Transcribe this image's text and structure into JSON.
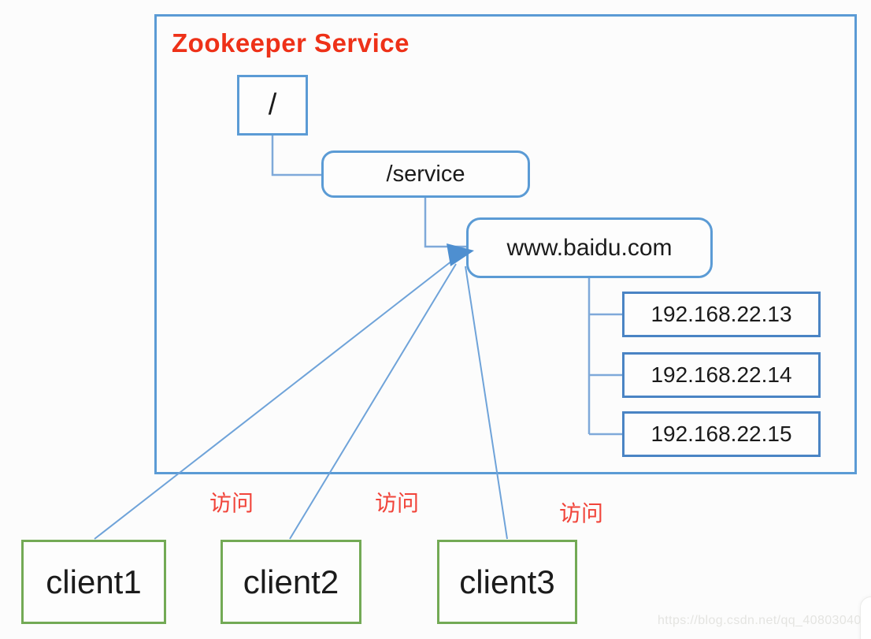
{
  "diagram": {
    "title": "Zookeeper Service",
    "nodes": {
      "root": "/",
      "service": "/service",
      "domain": "www.baidu.com",
      "ips": [
        "192.168.22.13",
        "192.168.22.14",
        "192.168.22.15"
      ],
      "clients": [
        "client1",
        "client2",
        "client3"
      ]
    },
    "edge_labels": [
      "访问",
      "访问",
      "访问"
    ],
    "colors": {
      "box_border_blue": "#5b9bd5",
      "ip_border_blue": "#4a84c4",
      "connector_blue": "#7fa9d9",
      "client_border_green": "#73aa55",
      "title_red": "#ee3118",
      "edge_label_red": "#f1443a"
    }
  },
  "watermark": "https://blog.csdn.net/qq_40803040"
}
